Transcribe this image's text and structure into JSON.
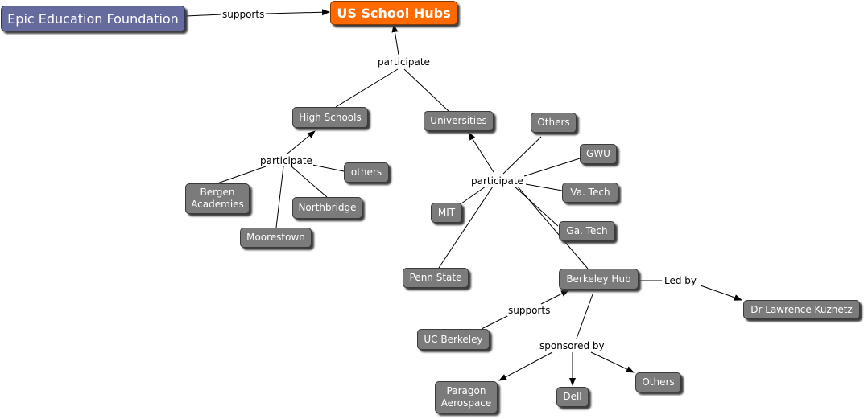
{
  "nodes": {
    "foundation": "Epic Education Foundation",
    "us_school_hubs": "US School Hubs",
    "high_schools": "High Schools",
    "universities": "Universities",
    "bergen": "Bergen Academies",
    "northbridge": "Northbridge",
    "moorestown": "Moorestown",
    "others_hs": "others",
    "others_uni": "Others",
    "gwu": "GWU",
    "va_tech": "Va. Tech",
    "mit": "MIT",
    "ga_tech": "Ga. Tech",
    "penn_state": "Penn State",
    "berkeley_hub": "Berkeley Hub",
    "dr_kuznetz": "Dr Lawrence Kuznetz",
    "uc_berkeley": "UC Berkeley",
    "paragon": "Paragon Aerospace",
    "dell": "Dell",
    "others_sponsor": "Others"
  },
  "links": {
    "supports_top": "supports",
    "participate_top": "participate",
    "participate_hs": "participate",
    "participate_uni": "participate",
    "led_by": "Led by",
    "supports_uc": "supports",
    "sponsored_by": "sponsored by"
  },
  "colors": {
    "node_gray": "#7b7b7b",
    "foundation": "#656b9d",
    "hubs_orange": "#ff6a00"
  }
}
